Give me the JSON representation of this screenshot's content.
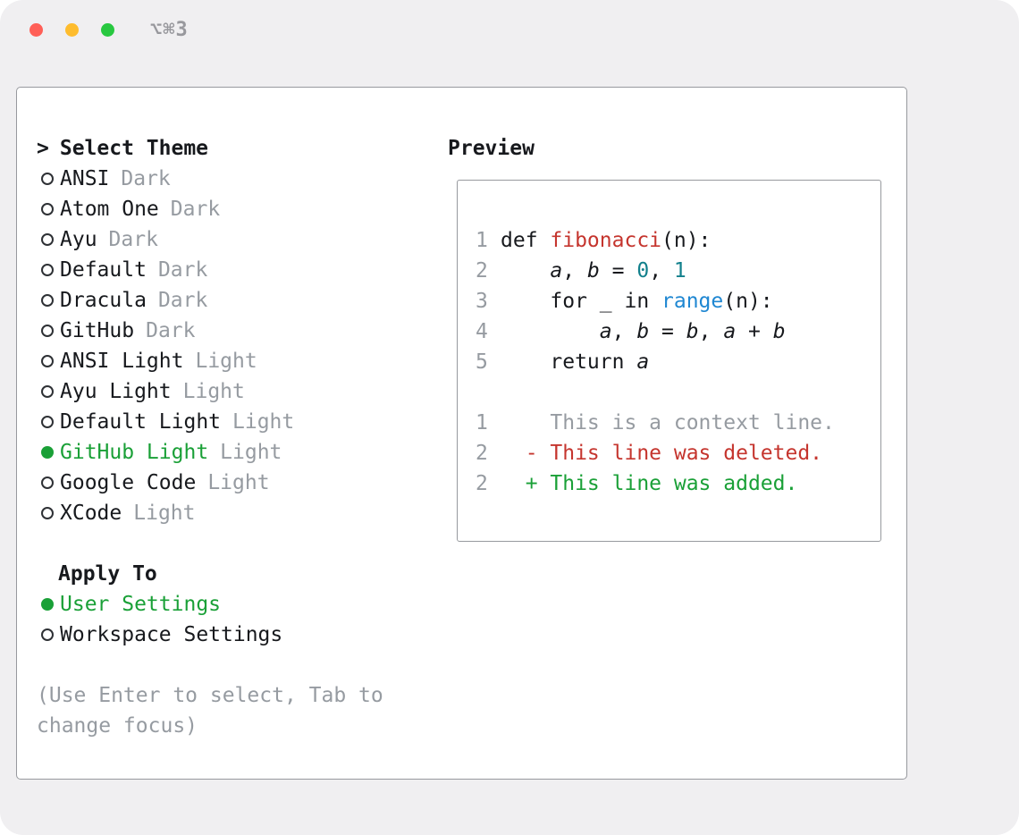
{
  "palette": {
    "ink": "#17191d",
    "gray": "#969ba1",
    "green": "#1aa037",
    "red": "#c5352e",
    "blue": "#1f87d2",
    "teal": "#12808c"
  },
  "titlebar": {
    "shortcut": "⌥⌘3"
  },
  "theme_selector": {
    "prompt": ">",
    "title": "Select Theme",
    "themes": [
      {
        "name": "ANSI",
        "variant": "Dark",
        "selected": false
      },
      {
        "name": "Atom One",
        "variant": "Dark",
        "selected": false
      },
      {
        "name": "Ayu",
        "variant": "Dark",
        "selected": false
      },
      {
        "name": "Default",
        "variant": "Dark",
        "selected": false
      },
      {
        "name": "Dracula",
        "variant": "Dark",
        "selected": false
      },
      {
        "name": "GitHub",
        "variant": "Dark",
        "selected": false
      },
      {
        "name": "ANSI Light",
        "variant": "Light",
        "selected": false
      },
      {
        "name": "Ayu Light",
        "variant": "Light",
        "selected": false
      },
      {
        "name": "Default Light",
        "variant": "Light",
        "selected": false
      },
      {
        "name": "GitHub Light",
        "variant": "Light",
        "selected": true
      },
      {
        "name": "Google Code",
        "variant": "Light",
        "selected": false
      },
      {
        "name": "XCode",
        "variant": "Light",
        "selected": false
      }
    ]
  },
  "apply_to": {
    "title": "Apply To",
    "options": [
      {
        "label": "User Settings",
        "selected": true
      },
      {
        "label": "Workspace Settings",
        "selected": false
      }
    ]
  },
  "help_text": "(Use Enter to select, Tab to change focus)",
  "preview": {
    "title": "Preview",
    "lines": [
      {
        "num": "1",
        "tokens": [
          {
            "text": "def ",
            "style": "plain"
          },
          {
            "text": "fibonacci",
            "style": "red"
          },
          {
            "text": "(n):",
            "style": "plain"
          }
        ]
      },
      {
        "num": "2",
        "tokens": [
          {
            "text": "    ",
            "style": "plain"
          },
          {
            "text": "a",
            "style": "var"
          },
          {
            "text": ", ",
            "style": "plain"
          },
          {
            "text": "b",
            "style": "var"
          },
          {
            "text": " = ",
            "style": "plain"
          },
          {
            "text": "0",
            "style": "teal"
          },
          {
            "text": ", ",
            "style": "plain"
          },
          {
            "text": "1",
            "style": "teal"
          }
        ]
      },
      {
        "num": "3",
        "tokens": [
          {
            "text": "    for _ in ",
            "style": "plain"
          },
          {
            "text": "range",
            "style": "blue"
          },
          {
            "text": "(n):",
            "style": "plain"
          }
        ]
      },
      {
        "num": "4",
        "tokens": [
          {
            "text": "        ",
            "style": "plain"
          },
          {
            "text": "a",
            "style": "var"
          },
          {
            "text": ", ",
            "style": "plain"
          },
          {
            "text": "b",
            "style": "var"
          },
          {
            "text": " = ",
            "style": "plain"
          },
          {
            "text": "b",
            "style": "var"
          },
          {
            "text": ", ",
            "style": "plain"
          },
          {
            "text": "a",
            "style": "var"
          },
          {
            "text": " + ",
            "style": "plain"
          },
          {
            "text": "b",
            "style": "var"
          }
        ]
      },
      {
        "num": "5",
        "tokens": [
          {
            "text": "    return ",
            "style": "plain"
          },
          {
            "text": "a",
            "style": "var"
          }
        ]
      },
      {
        "num": "",
        "tokens": []
      },
      {
        "num": "1",
        "tokens": [
          {
            "text": "    This is a context line.",
            "style": "gray"
          }
        ]
      },
      {
        "num": "2",
        "tokens": [
          {
            "text": "  - This line was deleted.",
            "style": "red"
          }
        ]
      },
      {
        "num": "2",
        "tokens": [
          {
            "text": "  + This line was added.",
            "style": "green"
          }
        ]
      }
    ]
  }
}
